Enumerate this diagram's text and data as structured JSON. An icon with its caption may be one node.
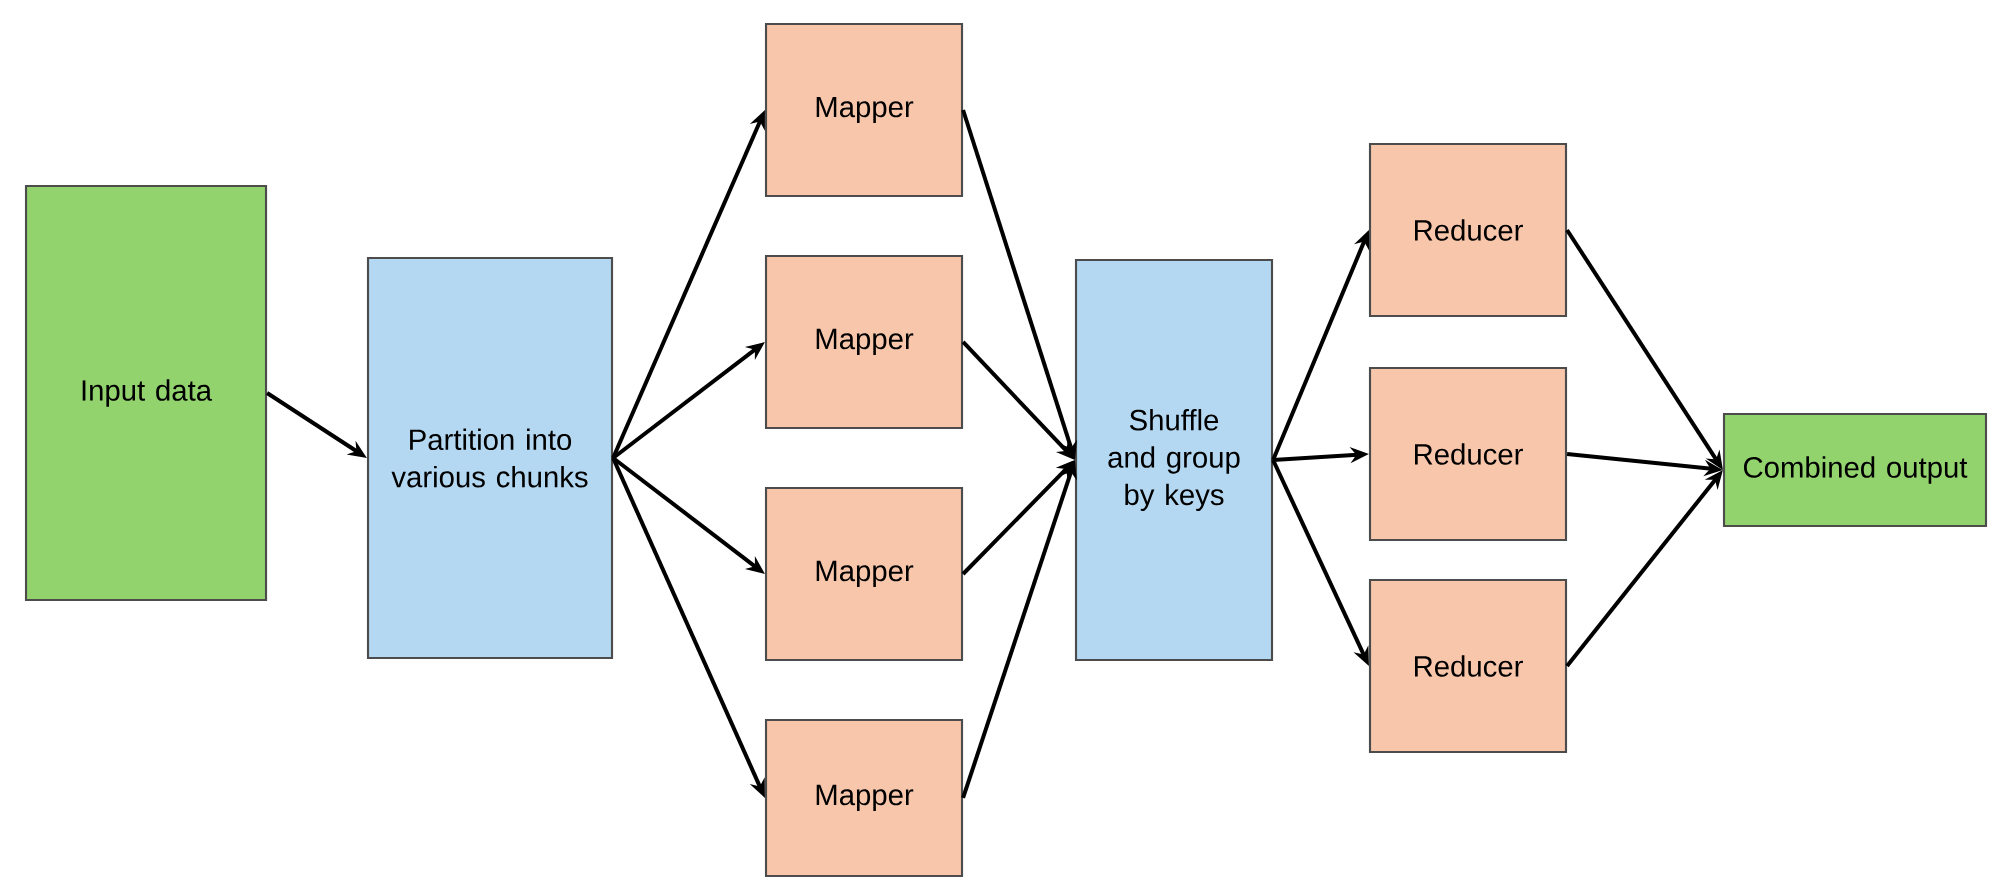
{
  "diagram": {
    "nodes": [
      {
        "text": [
          "Input data"
        ]
      },
      {
        "text": [
          "Partition into various chunks"
        ]
      },
      {
        "text": [
          "Mapper"
        ]
      },
      {
        "text": [
          "Mapper"
        ]
      },
      {
        "text": [
          "Mapper"
        ]
      },
      {
        "text": [
          "Mapper"
        ]
      },
      {
        "text": [
          "Shuffle and group by keys"
        ]
      },
      {
        "text": [
          "Reducer"
        ]
      },
      {
        "text": [
          "Reducer"
        ]
      },
      {
        "text": [
          "Reducer"
        ]
      },
      {
        "text": [
          "Combined output"
        ]
      }
    ],
    "edges": [
      {
        "from": 0,
        "to": 1,
        "arrow": "to"
      },
      {
        "from": 1,
        "to": 2,
        "arrow": "to"
      },
      {
        "from": 1,
        "to": 3,
        "arrow": "to"
      },
      {
        "from": 1,
        "to": 4,
        "arrow": "to"
      },
      {
        "from": 1,
        "to": 5,
        "arrow": "to"
      },
      {
        "from": 2,
        "to": 6,
        "arrow": "to"
      },
      {
        "from": 3,
        "to": 6,
        "arrow": "to"
      },
      {
        "from": 4,
        "to": 6,
        "arrow": "to"
      },
      {
        "from": 5,
        "to": 6,
        "arrow": "to"
      },
      {
        "from": 6,
        "to": 7,
        "arrow": "to"
      },
      {
        "from": 6,
        "to": 8,
        "arrow": "to"
      },
      {
        "from": 6,
        "to": 9,
        "arrow": "to"
      },
      {
        "from": 7,
        "to": 10,
        "arrow": "to"
      },
      {
        "from": 8,
        "to": 10,
        "arrow": "to"
      },
      {
        "from": 9,
        "to": 10,
        "arrow": "to"
      }
    ]
  }
}
